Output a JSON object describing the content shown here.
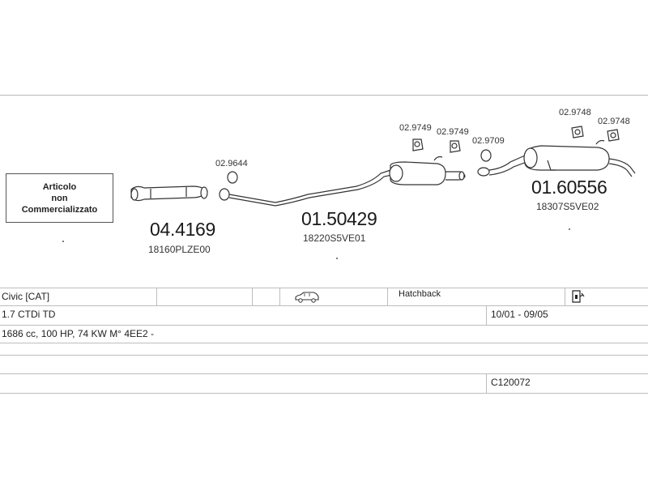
{
  "diagram": {
    "note": [
      "Articolo",
      "non",
      "Commercializzato"
    ],
    "parts": [
      {
        "code": "04.4169",
        "ref": "18160PLZE00"
      },
      {
        "code": "01.50429",
        "ref": "18220S5VE01"
      },
      {
        "code": "01.60556",
        "ref": "18307S5VE02"
      }
    ],
    "small_parts": [
      "02.9644",
      "02.9749",
      "02.9749",
      "02.9709",
      "02.9748",
      "02.9748"
    ]
  },
  "table": {
    "row1": {
      "model": "Civic  [CAT]",
      "body": "Hatchback"
    },
    "row2": {
      "engine": "1.7 CTDi TD",
      "years": "10/01 - 09/05"
    },
    "row3": {
      "spec": "1686 cc, 100 HP, 74 KW M° 4EE2 -"
    },
    "row5": {
      "ref": "C120072"
    }
  }
}
